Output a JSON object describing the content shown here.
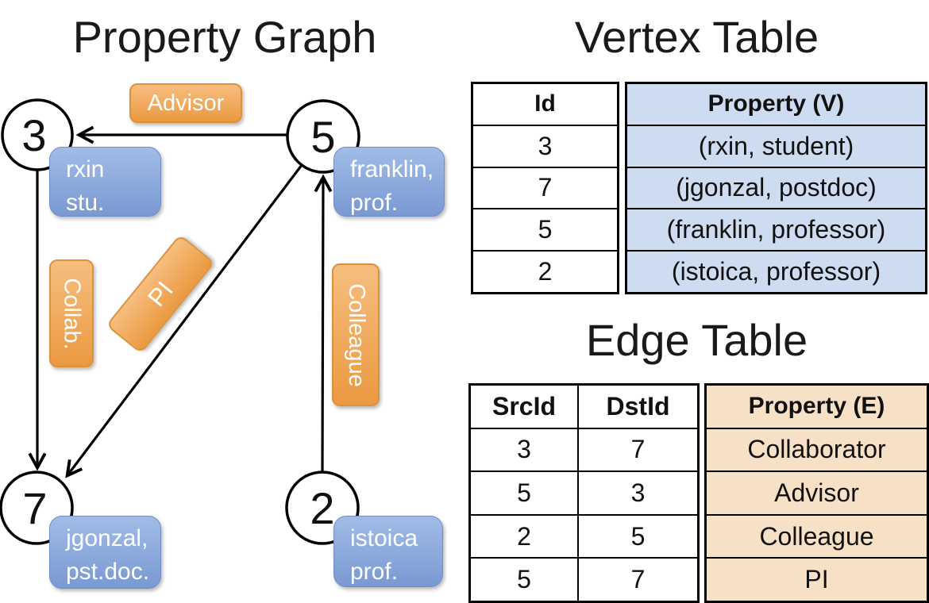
{
  "property_graph": {
    "title": "Property Graph",
    "nodes": [
      {
        "id": "3",
        "property": {
          "line1": "rxin",
          "line2": "stu."
        }
      },
      {
        "id": "5",
        "property": {
          "line1": "franklin,",
          "line2": "prof."
        }
      },
      {
        "id": "7",
        "property": {
          "line1": "jgonzal,",
          "line2": "pst.doc."
        }
      },
      {
        "id": "2",
        "property": {
          "line1": "istoica",
          "line2": "prof."
        }
      }
    ],
    "edges": [
      {
        "src": "5",
        "dst": "3",
        "label": "Advisor"
      },
      {
        "src": "3",
        "dst": "7",
        "label": "Collab."
      },
      {
        "src": "5",
        "dst": "7",
        "label": "PI"
      },
      {
        "src": "2",
        "dst": "5",
        "label": "Colleague"
      }
    ]
  },
  "vertex_table": {
    "title": "Vertex Table",
    "columns": {
      "id": "Id",
      "property": "Property (V)"
    },
    "rows": [
      {
        "id": "3",
        "property": "(rxin, student)"
      },
      {
        "id": "7",
        "property": "(jgonzal, postdoc)"
      },
      {
        "id": "5",
        "property": "(franklin, professor)"
      },
      {
        "id": "2",
        "property": "(istoica, professor)"
      }
    ]
  },
  "edge_table": {
    "title": "Edge Table",
    "columns": {
      "src": "SrcId",
      "dst": "DstId",
      "property": "Property (E)"
    },
    "rows": [
      {
        "src": "3",
        "dst": "7",
        "property": "Collaborator"
      },
      {
        "src": "5",
        "dst": "3",
        "property": "Advisor"
      },
      {
        "src": "2",
        "dst": "5",
        "property": "Colleague"
      },
      {
        "src": "5",
        "dst": "7",
        "property": "PI"
      }
    ]
  },
  "colors": {
    "edge_label_top": "#F6BE7F",
    "edge_label_bottom": "#EB9940",
    "edge_label_border": "#DD9138",
    "vertex_box_top": "#A2BCE7",
    "vertex_box_bottom": "#7A99D2",
    "vertex_box_border": "#6E8EC6",
    "vertex_property_bg": "#CEDCF2",
    "edge_property_bg": "#F7E1C6",
    "line_color": "#000000"
  }
}
